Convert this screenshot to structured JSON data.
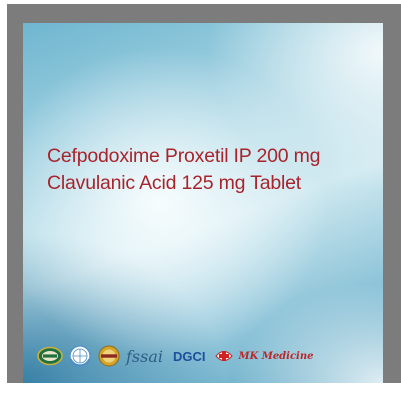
{
  "product": {
    "line1": "Cefpodoxime Proxetil IP 200 mg",
    "line2": "Clavulanic Acid 125 mg Tablet"
  },
  "logos": {
    "badge1": "gmp-badge-icon",
    "badge2": "who-globe-icon",
    "badge3": "iso-seal-icon",
    "fssai": "fssai",
    "dgci": "DGCI",
    "brand_prefix": "MK",
    "brand_word": "Medicine"
  },
  "colors": {
    "title": "#a8242c",
    "dgci": "#1d4f9c",
    "brand": "#b82727"
  }
}
